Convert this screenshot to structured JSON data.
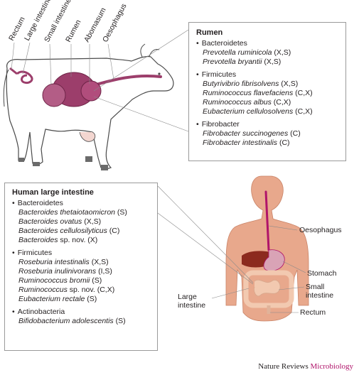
{
  "colors": {
    "organ": "#9c3e6b",
    "organ_dark": "#6e2447",
    "cow_outline": "#4a4a4a",
    "human_skin": "#e8a88c",
    "human_liver": "#8c2a1e",
    "human_intestine": "#f2c9b0",
    "leader_line": "#8a8a8a",
    "credit_brand": "#b0146a"
  },
  "cow_labels": [
    "Rectum",
    "Large intestine",
    "Small intestine",
    "Rumen",
    "Abomasum",
    "Oesophagus"
  ],
  "rumen_panel": {
    "title": "Rumen",
    "groups": [
      {
        "phylum": "Bacteroidetes",
        "species": [
          {
            "name": "Prevotella ruminicola",
            "note": " (X,S)"
          },
          {
            "name": "Prevotella bryantii",
            "note": " (X,S)"
          }
        ]
      },
      {
        "phylum": "Firmicutes",
        "species": [
          {
            "name": "Butyrivibrio fibrisolvens",
            "note": " (X,S)"
          },
          {
            "name": "Ruminococcus flavefaciens",
            "note": " (C,X)"
          },
          {
            "name": "Ruminococcus albus",
            "note": " (C,X)"
          },
          {
            "name": "Eubacterium cellulosolvens",
            "note": " (C,X)"
          }
        ]
      },
      {
        "phylum": "Fibrobacter",
        "species": [
          {
            "name": "Fibrobacter succinogenes",
            "note": " (C)"
          },
          {
            "name": "Fibrobacter intestinalis",
            "note": " (C)"
          }
        ]
      }
    ]
  },
  "human_panel": {
    "title": "Human large intestine",
    "groups": [
      {
        "phylum": "Bacteroidetes",
        "species": [
          {
            "name": "Bacteroides thetaiotaomicron",
            "note": " (S)"
          },
          {
            "name": "Bacteroides ovatus",
            "note": " (X,S)"
          },
          {
            "name": "Bacteroides cellulosilyticus",
            "note": " (C)"
          },
          {
            "name": "Bacteroides",
            "note": " sp. nov. (X)"
          }
        ]
      },
      {
        "phylum": "Firmicutes",
        "species": [
          {
            "name": "Roseburia intestinalis",
            "note": " (X,S)"
          },
          {
            "name": "Roseburia inulinivorans",
            "note": " (I,S)"
          },
          {
            "name": "Ruminococcus bromii",
            "note": " (S)"
          },
          {
            "name": "Ruminococcus",
            "note": " sp. nov. (C,X)"
          },
          {
            "name": "Eubacterium rectale",
            "note": " (S)"
          }
        ]
      },
      {
        "phylum": "Actinobacteria",
        "species": [
          {
            "name": "Bifidobacterium adolescentis",
            "note": " (S)"
          }
        ]
      }
    ]
  },
  "human_labels": {
    "oesophagus": "Oesophagus",
    "stomach": "Stomach",
    "small_intestine": [
      "Small",
      "intestine"
    ],
    "large_intestine": [
      "Large",
      "intestine"
    ],
    "rectum": "Rectum"
  },
  "credit": {
    "journal": "Nature Reviews",
    "section": "Microbiology"
  }
}
